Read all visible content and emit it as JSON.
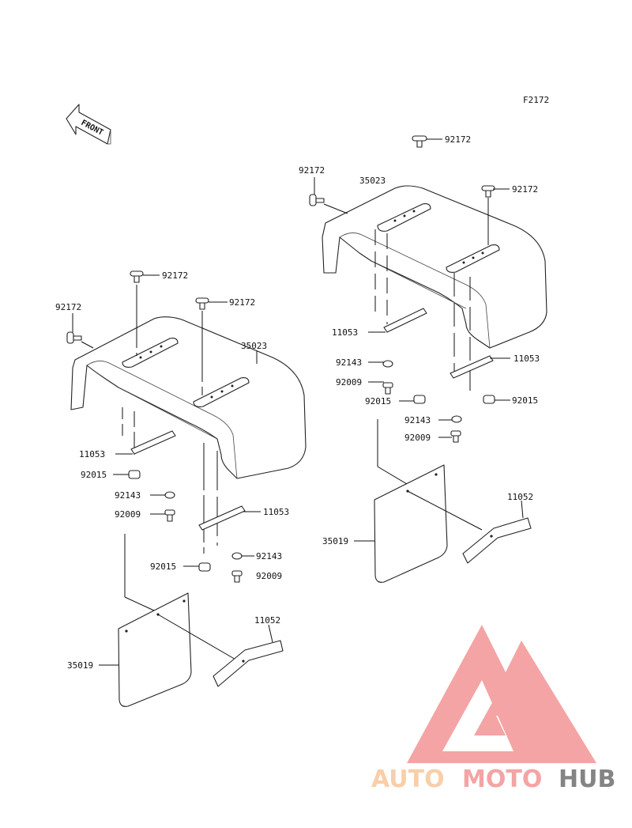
{
  "figure_code": "F2172",
  "front_label": "FRONT",
  "labels": {
    "r_92172_top": "92172",
    "r_92172_left": "92172",
    "r_92172_right": "92172",
    "r_35023": "35023",
    "r_11053_a": "11053",
    "r_92143_a": "92143",
    "r_92009_a": "92009",
    "r_92015_a": "92015",
    "r_11053_b": "11053",
    "r_92015_b": "92015",
    "r_92143_b": "92143",
    "r_92009_b": "92009",
    "r_11052": "11052",
    "r_35019": "35019",
    "l_92172_top": "92172",
    "l_92172_left": "92172",
    "l_92172_right": "92172",
    "l_35023": "35023",
    "l_11053_a": "11053",
    "l_92015_a": "92015",
    "l_92143_a": "92143",
    "l_92009_a": "92009",
    "l_11053_b": "11053",
    "l_92015_b": "92015",
    "l_92143_b": "92143",
    "l_92009_b": "92009",
    "l_11052": "11052",
    "l_35019": "35019"
  },
  "watermark": {
    "part1": "AUTO",
    "part2": "MOTO",
    "part3": "HUB",
    "color_light": "#f9c9a0",
    "color_main": "#f39b9b",
    "color_dark": "#777777"
  }
}
